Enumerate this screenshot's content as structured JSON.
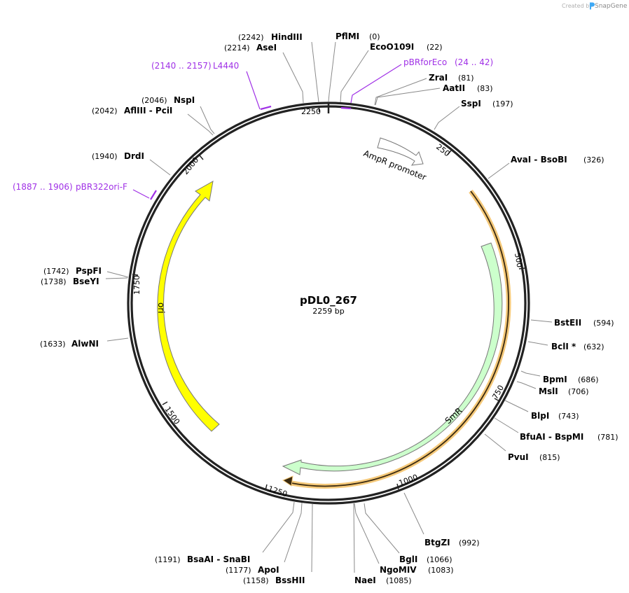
{
  "plasmid": {
    "name": "pDL0_267",
    "length_label": "2259 bp",
    "length": 2259
  },
  "credit": {
    "prefix": "Created by",
    "brand": "SnapGene"
  },
  "ticks": [
    {
      "label": "250",
      "pos": 250
    },
    {
      "label": "500",
      "pos": 500
    },
    {
      "label": "750",
      "pos": 750
    },
    {
      "label": "1000",
      "pos": 1000
    },
    {
      "label": "1250",
      "pos": 1250
    },
    {
      "label": "1500",
      "pos": 1500
    },
    {
      "label": "1750",
      "pos": 1750
    },
    {
      "label": "2000",
      "pos": 2000
    },
    {
      "label": "2250",
      "pos": 2250
    }
  ],
  "features": {
    "ampr_promoter": {
      "label": "AmpR promoter",
      "start": 2259,
      "end": 104,
      "color": "#ffffff"
    },
    "smr": {
      "label": "SmR",
      "start": 1125,
      "end": 335,
      "color": "#ccffcc"
    },
    "smr_orf": {
      "color": "#f5c97a"
    },
    "ori": {
      "label": "ori",
      "start": 1455,
      "end": 2044,
      "color": "#ffff00"
    }
  },
  "enzymes": {
    "hindiii": {
      "name": "HindIII",
      "pos": "(2242)"
    },
    "asei": {
      "name": "AseI",
      "pos": "(2214)"
    },
    "pflmi": {
      "name": "PflMI",
      "pos": "(0)"
    },
    "eco0109i": {
      "name": "EcoO109I",
      "pos": "(22)"
    },
    "zrai": {
      "name": "ZraI",
      "pos": "(81)"
    },
    "aatii": {
      "name": "AatII",
      "pos": "(83)"
    },
    "sspi": {
      "name": "SspI",
      "pos": "(197)"
    },
    "avai": {
      "name": "AvaI  - BsoBI",
      "pos": "(326)"
    },
    "bsteii": {
      "name": "BstEII",
      "pos": "(594)"
    },
    "bcli": {
      "name": "BclI *",
      "pos": "(632)"
    },
    "bpmi": {
      "name": "BpmI",
      "pos": "(686)"
    },
    "msli": {
      "name": "MslI",
      "pos": "(706)"
    },
    "blpi": {
      "name": "BlpI",
      "pos": "(743)"
    },
    "bfuai": {
      "name": "BfuAI  - BspMI",
      "pos": "(781)"
    },
    "pvui": {
      "name": "PvuI",
      "pos": "(815)"
    },
    "btgzi": {
      "name": "BtgZI",
      "pos": "(992)"
    },
    "bgli": {
      "name": "BglI",
      "pos": "(1066)"
    },
    "ngomiv": {
      "name": "NgoMIV",
      "pos": "(1083)"
    },
    "naei": {
      "name": "NaeI",
      "pos": "(1085)"
    },
    "bsshii": {
      "name": "BssHII",
      "pos": "(1158)"
    },
    "apoi": {
      "name": "ApoI",
      "pos": "(1177)"
    },
    "bsaai": {
      "name": "BsaAI  - SnaBI",
      "pos": "(1191)"
    },
    "alwni": {
      "name": "AlwNI",
      "pos": "(1633)"
    },
    "bseyi": {
      "name": "BseYI",
      "pos": "(1738)"
    },
    "pspfi": {
      "name": "PspFI",
      "pos": "(1742)"
    },
    "drdi": {
      "name": "DrdI",
      "pos": "(1940)"
    },
    "afliii": {
      "name": "AflIII  - PciI",
      "pos": "(2042)"
    },
    "nspi": {
      "name": "NspI",
      "pos": "(2046)"
    }
  },
  "primers": {
    "l4440": {
      "name": "L4440",
      "range": "(2140 .. 2157)"
    },
    "pbrforeco": {
      "name": "pBRforEco",
      "range": "(24 .. 42)"
    },
    "pbr322ori": {
      "name": "pBR322ori-F",
      "range": "(1887 .. 1906)"
    }
  },
  "colors": {
    "backbone": "#222222",
    "primer": "#a031e6",
    "leader": "#8a8a8a",
    "ori": "#ffff00",
    "smr": "#ccffcc",
    "orf": "#f5c97a",
    "brand": "#3fa9f5"
  }
}
